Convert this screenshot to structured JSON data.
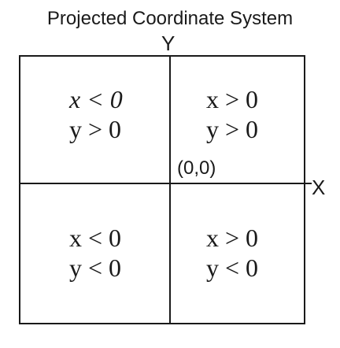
{
  "title": "Projected Coordinate System",
  "axes": {
    "x_label": "X",
    "y_label": "Y",
    "origin_label": "(0,0)"
  },
  "quadrants": {
    "top_left": {
      "x_condition": "x < 0",
      "y_condition": "y > 0"
    },
    "top_right": {
      "x_condition": "x > 0",
      "y_condition": "y > 0"
    },
    "bottom_left": {
      "x_condition": "x < 0",
      "y_condition": "y < 0"
    },
    "bottom_right": {
      "x_condition": "x > 0",
      "y_condition": "y < 0"
    }
  },
  "colors": {
    "line": "#1a1a1a",
    "background": "#ffffff"
  }
}
